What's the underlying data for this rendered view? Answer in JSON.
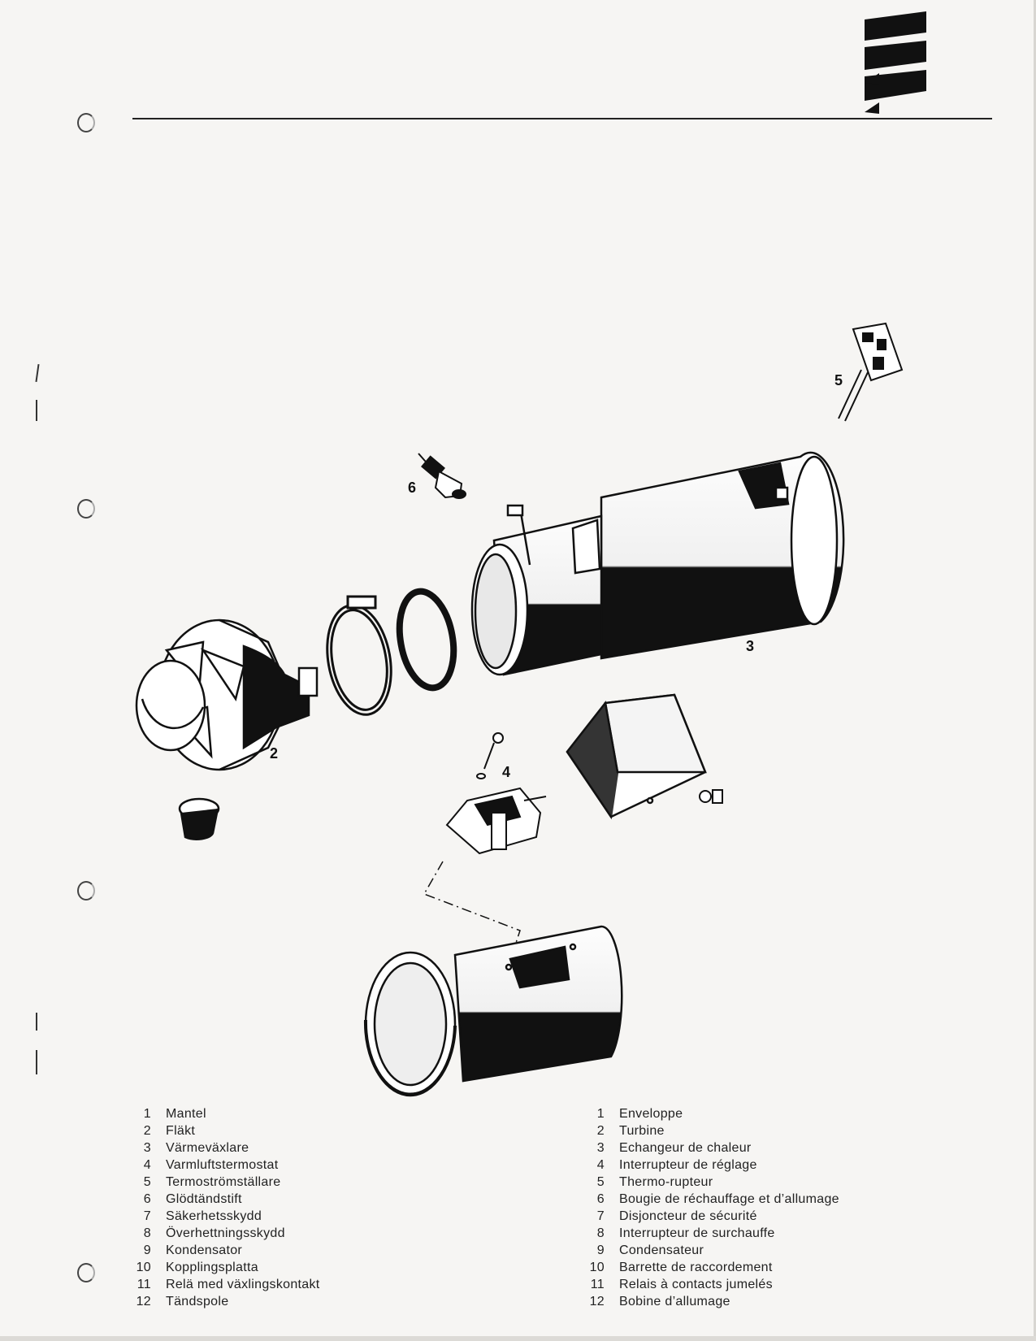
{
  "callouts": {
    "c2": "2",
    "c3": "3",
    "c4": "4",
    "c5": "5",
    "c6": "6"
  },
  "legend_sv": [
    {
      "num": "1",
      "label": "Mantel"
    },
    {
      "num": "2",
      "label": "Fläkt"
    },
    {
      "num": "3",
      "label": "Värmeväxlare"
    },
    {
      "num": "4",
      "label": "Varmluftstermostat"
    },
    {
      "num": "5",
      "label": "Termoströmställare"
    },
    {
      "num": "6",
      "label": "Glödtändstift"
    },
    {
      "num": "7",
      "label": "Säkerhetsskydd"
    },
    {
      "num": "8",
      "label": "Överhettningsskydd"
    },
    {
      "num": "9",
      "label": "Kondensator"
    },
    {
      "num": "10",
      "label": "Kopplingsplatta"
    },
    {
      "num": "11",
      "label": "Relä med växlingskontakt"
    },
    {
      "num": "12",
      "label": "Tändspole"
    }
  ],
  "legend_fr": [
    {
      "num": "1",
      "label": "Enveloppe"
    },
    {
      "num": "2",
      "label": "Turbine"
    },
    {
      "num": "3",
      "label": "Echangeur de chaleur"
    },
    {
      "num": "4",
      "label": "Interrupteur de réglage"
    },
    {
      "num": "5",
      "label": "Thermo-rupteur"
    },
    {
      "num": "6",
      "label": "Bougie de réchauffage et d’allumage"
    },
    {
      "num": "7",
      "label": "Disjoncteur de sécurité"
    },
    {
      "num": "8",
      "label": "Interrupteur de surchauffe"
    },
    {
      "num": "9",
      "label": "Condensateur"
    },
    {
      "num": "10",
      "label": "Barrette de raccordement"
    },
    {
      "num": "11",
      "label": "Relais à contacts jumelés"
    },
    {
      "num": "12",
      "label": "Bobine d’allumage"
    }
  ]
}
